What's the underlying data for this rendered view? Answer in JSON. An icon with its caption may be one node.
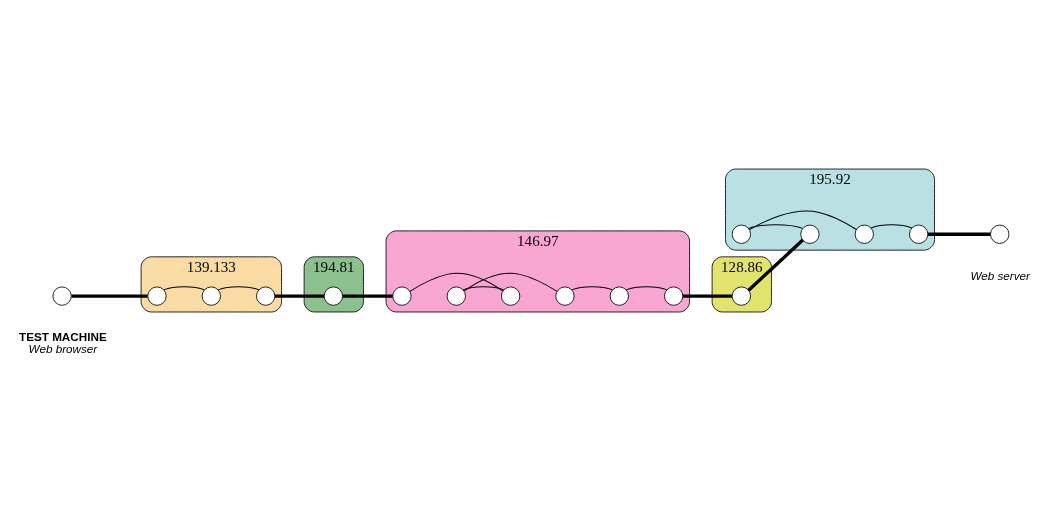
{
  "diagram": {
    "nodes": [
      {
        "text": [
          "139.133"
        ]
      },
      {
        "text": [],
        "shape": "circle",
        "in": 0
      },
      {
        "text": [],
        "shape": "circle",
        "in": 0
      },
      {
        "text": [],
        "shape": "circle",
        "in": 0
      },
      {
        "text": [
          "146.97"
        ]
      },
      {
        "text": [],
        "shape": "circle",
        "in": 4
      },
      {
        "text": [],
        "shape": "circle",
        "in": 4
      },
      {
        "text": [],
        "shape": "circle",
        "in": 4
      },
      {
        "text": [],
        "shape": "circle",
        "in": 4
      },
      {
        "text": [],
        "shape": "circle",
        "in": 4
      },
      {
        "text": [],
        "shape": "circle",
        "in": 4
      },
      {
        "text": [
          "195.92"
        ]
      },
      {
        "text": [],
        "shape": "circle",
        "in": 11
      },
      {
        "text": [],
        "shape": "circle",
        "in": 11
      },
      {
        "text": [],
        "shape": "circle",
        "in": 11
      },
      {
        "text": [],
        "shape": "circle",
        "in": 11
      },
      {
        "text": [
          "194.81"
        ]
      },
      {
        "text": [],
        "shape": "circle",
        "in": 16
      },
      {
        "text": [
          "128.86"
        ]
      },
      {
        "text": [],
        "shape": "circle",
        "in": 18
      },
      {
        "text": [],
        "shape": "circle",
        "beside": [
          "TEST MACHINE",
          "Web browser"
        ]
      },
      {
        "text": [],
        "shape": "circle",
        "beside": [
          "Web server"
        ]
      }
    ],
    "edges": [
      {
        "from": 1,
        "to": 2,
        "arrow": "none"
      },
      {
        "from": 2,
        "to": 3,
        "arrow": "none"
      },
      {
        "from": 5,
        "to": 7,
        "arrow": "none"
      },
      {
        "from": 7,
        "to": 6,
        "arrow": "none"
      },
      {
        "from": 6,
        "to": 8,
        "arrow": "none"
      },
      {
        "from": 8,
        "to": 9,
        "arrow": "none"
      },
      {
        "from": 9,
        "to": 10,
        "arrow": "none"
      },
      {
        "from": 12,
        "to": 14,
        "arrow": "none"
      },
      {
        "from": 12,
        "to": 13,
        "arrow": "none"
      },
      {
        "from": 14,
        "to": 15,
        "arrow": "none"
      },
      {
        "from": 20,
        "to": 1,
        "arrow": "none",
        "style": "thick"
      },
      {
        "from": 3,
        "to": 17,
        "arrow": "none",
        "style": "thick"
      },
      {
        "from": 17,
        "to": 5,
        "arrow": "none",
        "style": "thick"
      },
      {
        "from": 10,
        "to": 19,
        "arrow": "none",
        "style": "thick"
      },
      {
        "from": 19,
        "to": 13,
        "arrow": "none",
        "style": "thick"
      },
      {
        "from": 15,
        "to": 21,
        "arrow": "none",
        "style": "thick"
      }
    ]
  }
}
